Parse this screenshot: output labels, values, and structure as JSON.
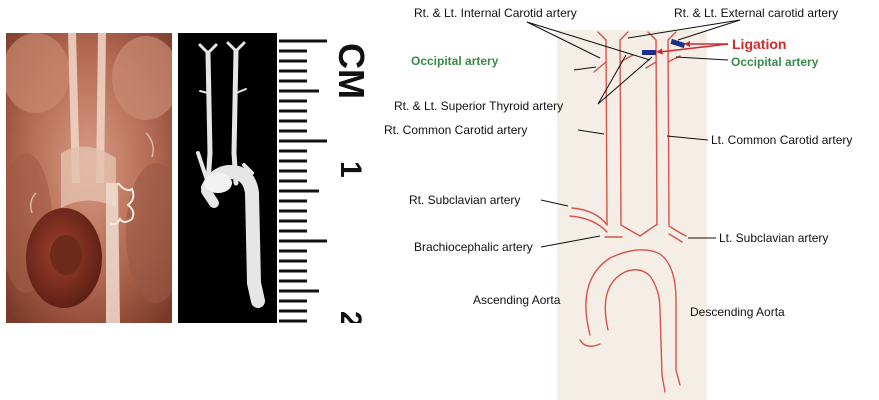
{
  "ruler": {
    "unit": "CM",
    "one": "1",
    "two": "2"
  },
  "labels": {
    "internal_carotid": "Rt. & Lt. Internal Carotid artery",
    "external_carotid": "Rt. & Lt. External carotid artery",
    "ligation": "Ligation",
    "occipital_left": "Occipital artery",
    "occipital_right": "Occipital artery",
    "superior_thyroid": "Rt. & Lt. Superior Thyroid artery",
    "rt_common_carotid": "Rt. Common Carotid artery",
    "lt_common_carotid": "Lt. Common Carotid artery",
    "rt_subclavian": "Rt. Subclavian artery",
    "brachiocephalic": "Brachiocephalic artery",
    "lt_subclavian": "Lt. Subclavian artery",
    "ascending_aorta": "Ascending Aorta",
    "descending_aorta": "Descending Aorta"
  },
  "colors": {
    "vessel": "#d9534a",
    "ligation_marker": "#1c2f8a",
    "ligation_text": "#d12a2a",
    "occipital_text": "#3a8a4a"
  }
}
